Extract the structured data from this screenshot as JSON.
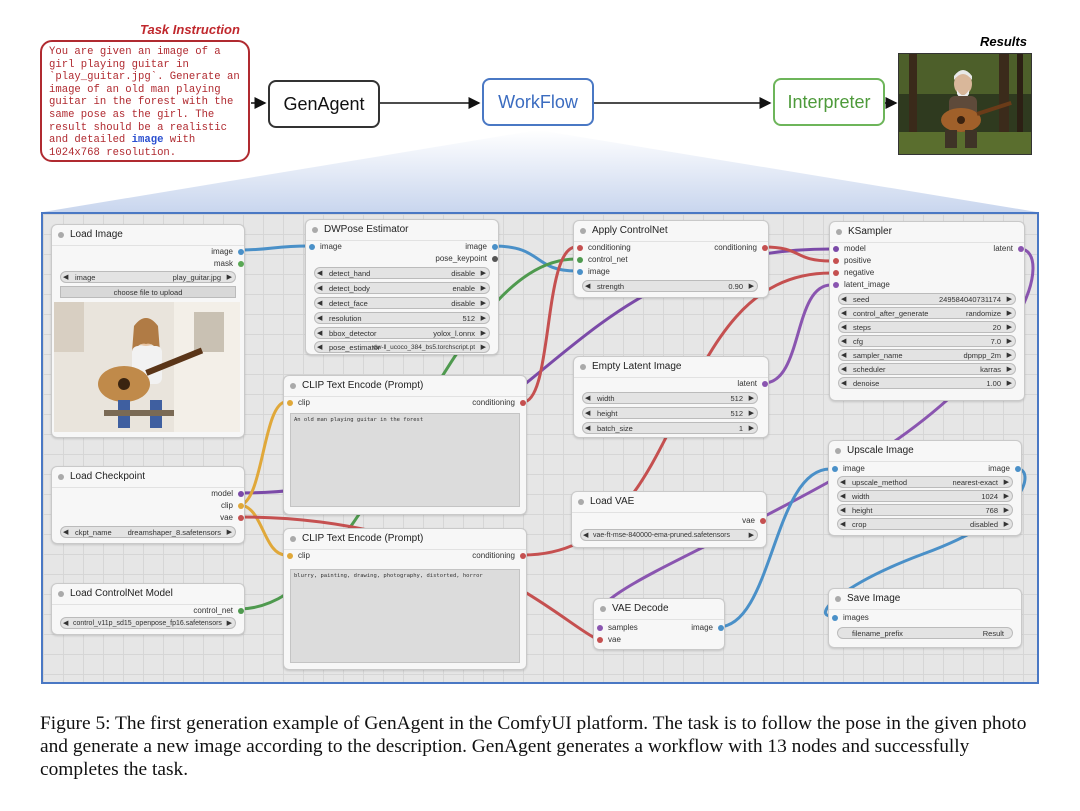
{
  "task": {
    "title": "Task Instruction",
    "text_before": "You are given an image of a girl playing guitar in `play_guitar.jpg`. Generate an image of an old man playing guitar in the forest with the same pose as the girl. The result should be a realistic and detailed ",
    "highlight": "image",
    "text_after": " with 1024x768 resolution."
  },
  "pipeline": {
    "genagent": "GenAgent",
    "workflow": "WorkFlow",
    "interpreter": "Interpreter",
    "results_label": "Results"
  },
  "colors": {
    "task_red": "#b02a30",
    "workflow_blue": "#4a78c4",
    "interpreter_green": "#6db55a"
  },
  "nodes": {
    "load_image": {
      "title": "Load Image",
      "out_image": "image",
      "out_mask": "mask",
      "widget_label": "image",
      "widget_value": "play_guitar.jpg",
      "button": "choose file to upload"
    },
    "load_checkpoint": {
      "title": "Load Checkpoint",
      "out_model": "model",
      "out_clip": "clip",
      "out_vae": "vae",
      "widget_label": "ckpt_name",
      "widget_value": "dreamshaper_8.safetensors"
    },
    "load_controlnet": {
      "title": "Load ControlNet Model",
      "out": "control_net",
      "widget_value": "control_v11p_sd15_openpose_fp16.safetensors"
    },
    "dwpose": {
      "title": "DWPose Estimator",
      "in_image": "image",
      "out_image": "image",
      "out_keypoint": "pose_keypoint",
      "widgets": [
        {
          "label": "detect_hand",
          "value": "disable"
        },
        {
          "label": "detect_body",
          "value": "enable"
        },
        {
          "label": "detect_face",
          "value": "disable"
        },
        {
          "label": "resolution",
          "value": "512"
        },
        {
          "label": "bbox_detector",
          "value": "yolox_l.onnx"
        },
        {
          "label": "pose_estimator",
          "value": "dw-ll_ucoco_384_bs5.torchscript.pt"
        }
      ]
    },
    "clip_pos": {
      "title": "CLIP Text Encode (Prompt)",
      "in": "clip",
      "out": "conditioning",
      "text": "An old man playing guitar in the forest"
    },
    "clip_neg": {
      "title": "CLIP Text Encode (Prompt)",
      "in": "clip",
      "out": "conditioning",
      "text": "blurry, painting, drawing, photography, distorted, horror"
    },
    "apply_controlnet": {
      "title": "Apply ControlNet",
      "in_conditioning": "conditioning",
      "in_control_net": "control_net",
      "in_image": "image",
      "out": "conditioning",
      "widget_label": "strength",
      "widget_value": "0.90"
    },
    "empty_latent": {
      "title": "Empty Latent Image",
      "out": "latent",
      "widgets": [
        {
          "label": "width",
          "value": "512"
        },
        {
          "label": "height",
          "value": "512"
        },
        {
          "label": "batch_size",
          "value": "1"
        }
      ]
    },
    "load_vae": {
      "title": "Load VAE",
      "out": "vae",
      "widget_value": "vae-ft-mse-840000-ema-pruned.safetensors"
    },
    "vae_decode": {
      "title": "VAE Decode",
      "in_samples": "samples",
      "in_vae": "vae",
      "out": "image"
    },
    "ksampler": {
      "title": "KSampler",
      "in_model": "model",
      "in_positive": "positive",
      "in_negative": "negative",
      "in_latent": "latent_image",
      "out": "latent",
      "widgets": [
        {
          "label": "seed",
          "value": "249584040731174"
        },
        {
          "label": "control_after_generate",
          "value": "randomize"
        },
        {
          "label": "steps",
          "value": "20"
        },
        {
          "label": "cfg",
          "value": "7.0"
        },
        {
          "label": "sampler_name",
          "value": "dpmpp_2m"
        },
        {
          "label": "scheduler",
          "value": "karras"
        },
        {
          "label": "denoise",
          "value": "1.00"
        }
      ]
    },
    "upscale": {
      "title": "Upscale Image",
      "in": "image",
      "out": "image",
      "widgets": [
        {
          "label": "upscale_method",
          "value": "nearest-exact"
        },
        {
          "label": "width",
          "value": "1024"
        },
        {
          "label": "height",
          "value": "768"
        },
        {
          "label": "crop",
          "value": "disabled"
        }
      ]
    },
    "save": {
      "title": "Save Image",
      "in": "images",
      "widget_label": "filename_prefix",
      "widget_value": "Result"
    }
  },
  "caption": "Figure 5: The first generation example of GenAgent in the ComfyUI platform. The task is to follow the pose in the given photo and generate a new image according to the description. GenAgent generates a workflow with 13 nodes and successfully completes the task."
}
